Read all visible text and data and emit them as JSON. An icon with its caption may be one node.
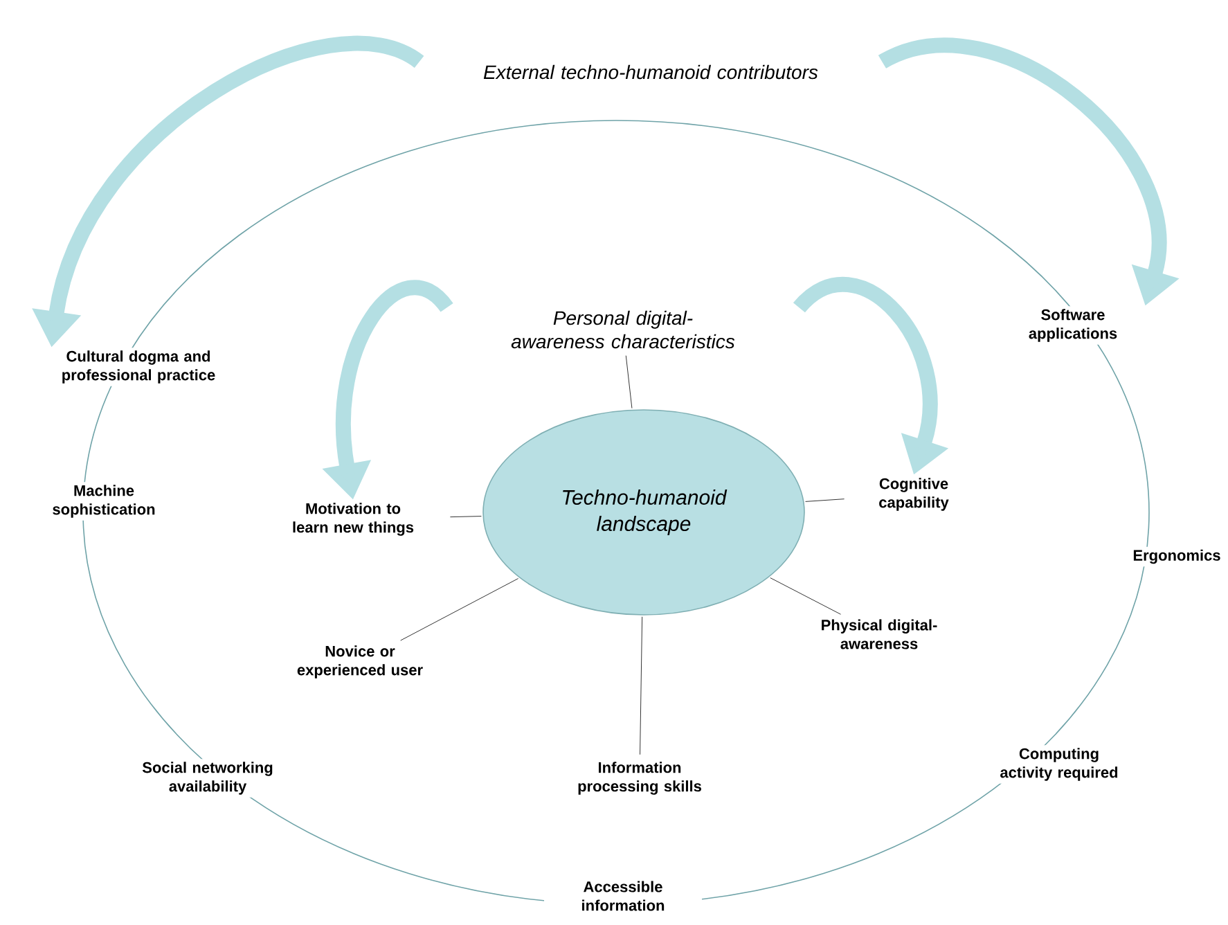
{
  "diagram": {
    "nodes": [
      {
        "text": [
          "External techno-humanoid contributors"
        ]
      },
      {
        "text": [
          "Personal digital-awareness characteristics"
        ]
      },
      {
        "text": [
          "Techno-humanoid landscape"
        ]
      },
      {
        "text": [
          "Cultural dogma and professional practice"
        ]
      },
      {
        "text": [
          "Software applications"
        ]
      },
      {
        "text": [
          "Machine sophistication"
        ]
      },
      {
        "text": [
          "Ergonomics"
        ]
      },
      {
        "text": [
          "Social networking availability"
        ]
      },
      {
        "text": [
          "Computing activity required"
        ]
      },
      {
        "text": [
          "Accessible information"
        ]
      },
      {
        "text": [
          "Motivation to learn new things"
        ]
      },
      {
        "text": [
          "Cognitive capability"
        ]
      },
      {
        "text": [
          "Novice or experienced user"
        ]
      },
      {
        "text": [
          "Physical digital-awareness"
        ]
      },
      {
        "text": [
          "Information processing skills"
        ]
      }
    ],
    "edges": [
      {
        "from": 0,
        "to": 3,
        "arrow": "to",
        "style": "thick",
        "color": "#b4dfe3"
      },
      {
        "from": 0,
        "to": 4,
        "arrow": "to",
        "style": "thick",
        "color": "#b4dfe3"
      },
      {
        "from": 1,
        "to": 10,
        "arrow": "to",
        "style": "thick",
        "color": "#b4dfe3"
      },
      {
        "from": 1,
        "to": 11,
        "arrow": "to",
        "style": "thick",
        "color": "#b4dfe3"
      },
      {
        "from": 2,
        "to": 1,
        "arrow": "none"
      },
      {
        "from": 2,
        "to": 11,
        "arrow": "none"
      },
      {
        "from": 2,
        "to": 13,
        "arrow": "none"
      },
      {
        "from": 2,
        "to": 14,
        "arrow": "none"
      },
      {
        "from": 2,
        "to": 12,
        "arrow": "none"
      },
      {
        "from": 2,
        "to": 10,
        "arrow": "none"
      }
    ]
  }
}
